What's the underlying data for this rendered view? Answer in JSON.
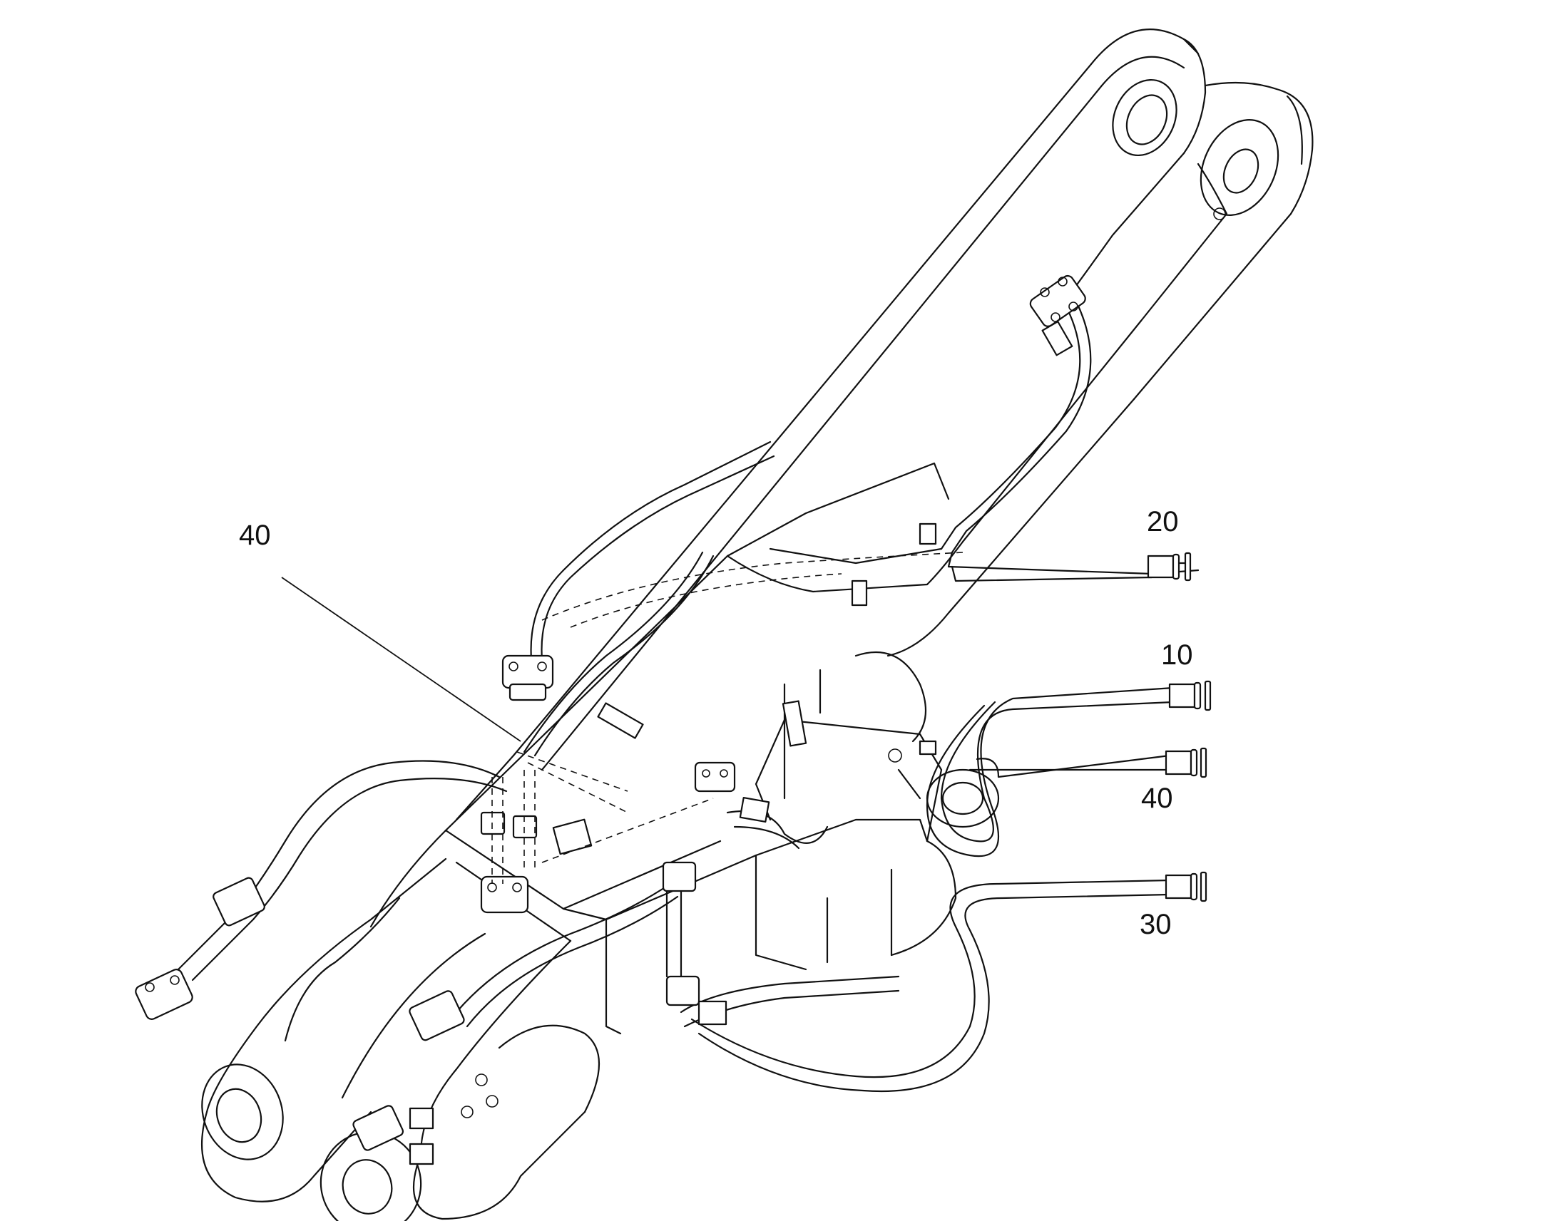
{
  "callouts": [
    {
      "id": "20",
      "label": "20"
    },
    {
      "id": "10",
      "label": "10"
    },
    {
      "id": "40-right",
      "label": "40"
    },
    {
      "id": "30",
      "label": "30"
    },
    {
      "id": "40-left",
      "label": "40"
    }
  ]
}
